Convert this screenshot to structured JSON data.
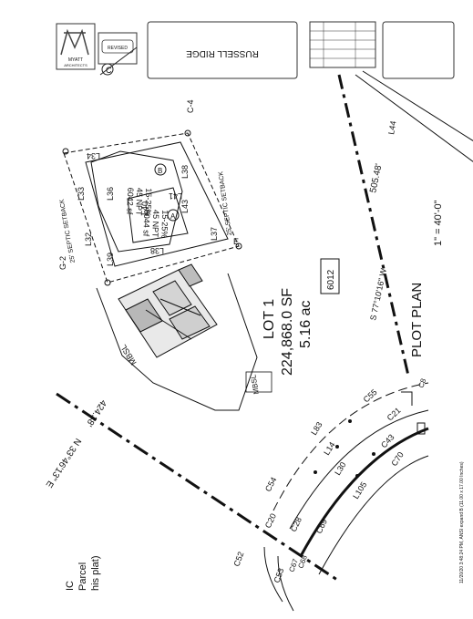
{
  "title_block": {
    "firm_name": "MYATT",
    "firm_sub": "ARCHITECTS",
    "stamp": "REVISED",
    "street": "RUSSELL RIDGE",
    "sheet_note": "11/20/20 3:48:24 PM, ANSI expand B (11.00 x 17.00 Inches)"
  },
  "drawing": {
    "title": "PLOT PLAN",
    "scale": "1\" = 40'-0\"",
    "lot_name": "LOT 1",
    "lot_sf": "224,868.0 SF",
    "lot_ac": "5.16 ac",
    "lot_code": "6012"
  },
  "bearings": {
    "south": "S 77°10'16\" W",
    "south_dist": "505.48'",
    "north": "N 33°46'13\" E",
    "north_dist": "424.38'"
  },
  "areas": {
    "a": {
      "slope": "15-25%",
      "npt": "45 NPT",
      "sf": "6044 sf",
      "mark": "A"
    },
    "b": {
      "slope": "15-25%",
      "npt": "45 NPT",
      "sf": "6042 sf",
      "mark": "B"
    }
  },
  "setbacks": {
    "septic": "25' SEPTIC SETBACK",
    "mbsl": "MBSL"
  },
  "edge_text": {
    "l1": "IC",
    "l2": "Parcel",
    "l3": "his plat)"
  },
  "labels": {
    "l34": "L34",
    "l33": "L33",
    "l32": "L32",
    "l38": "L38",
    "l36": "L36",
    "l40": "L40",
    "l41": "L41",
    "l43": "L43",
    "l37": "L37",
    "l39": "L39",
    "l38b": "L38",
    "l44": "L44",
    "c4": "C-4",
    "g2": "G-2",
    "e": "E",
    "c": "C",
    "c55": "C55",
    "c21": "C21",
    "c43": "C43",
    "c70": "C70",
    "l83": "L83",
    "l14": "L14",
    "l30": "L30",
    "l105": "L105",
    "c54": "C54",
    "c20": "C20",
    "c28": "C28",
    "c69": "C69",
    "c52": "C52",
    "c53": "C53",
    "c67": "C67",
    "c68": "C68",
    "c8": "C8"
  }
}
